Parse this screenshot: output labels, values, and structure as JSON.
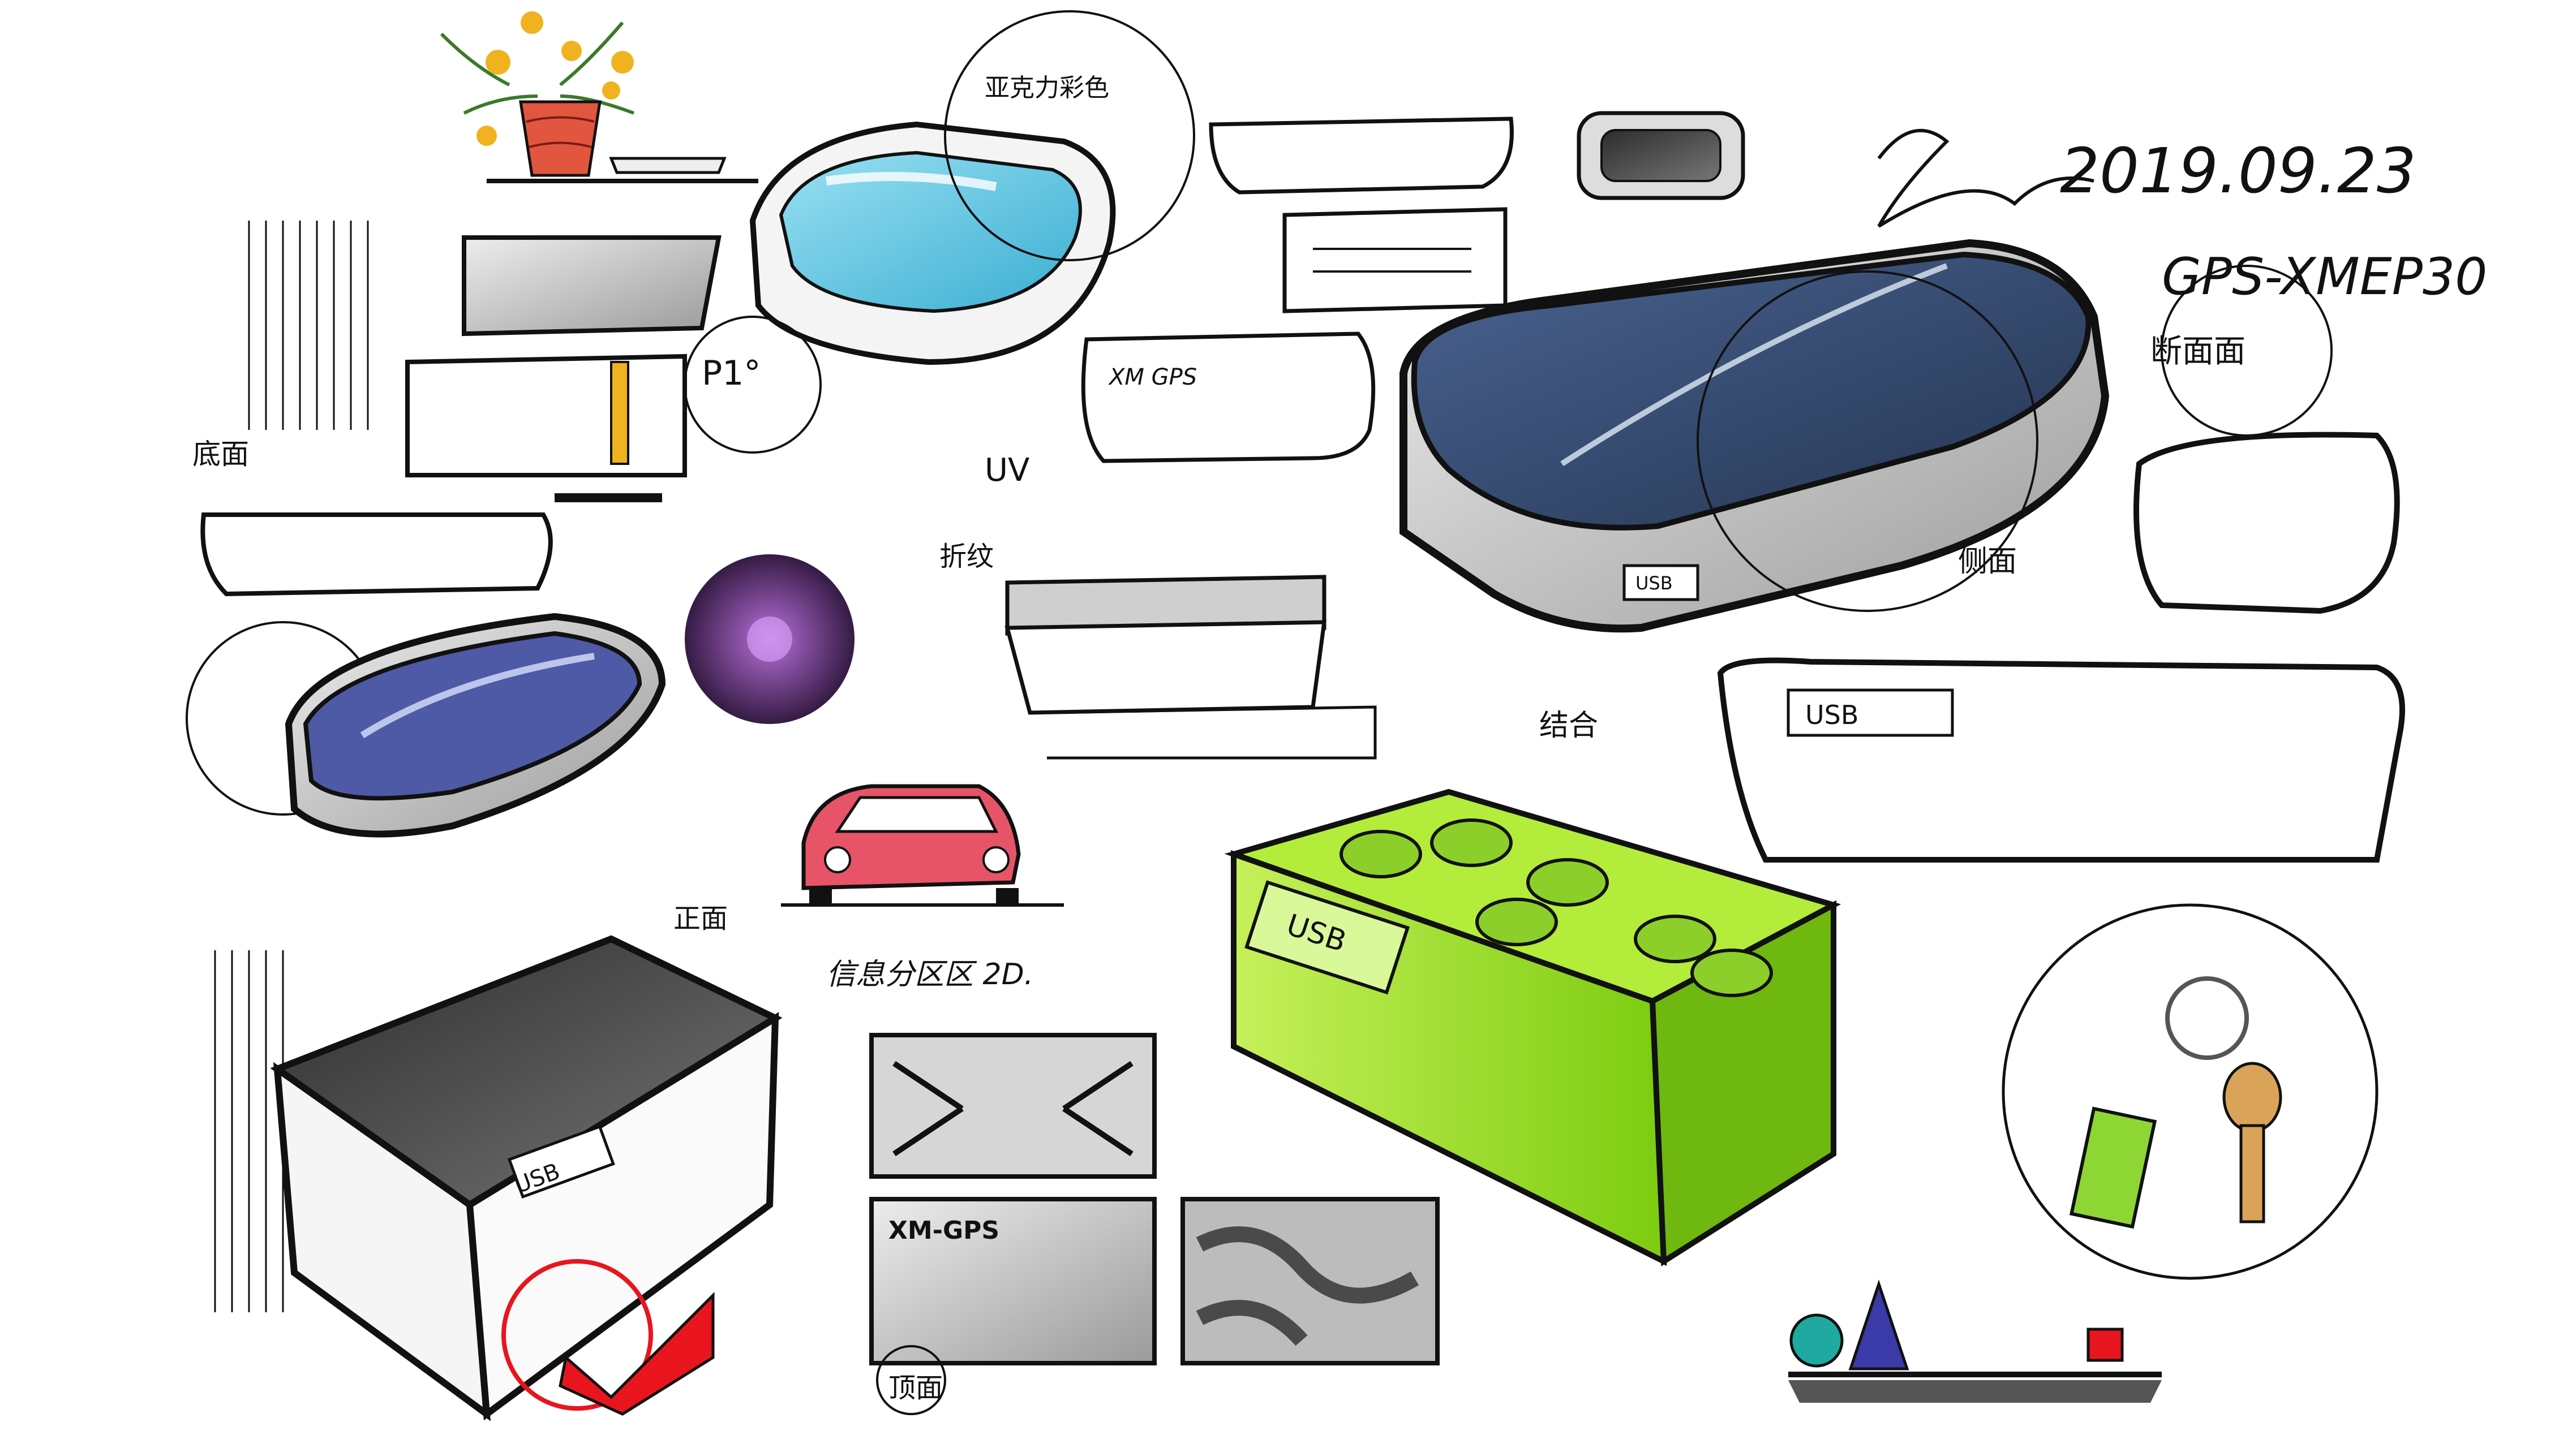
{
  "sheet": {
    "date_text": "2019.09.23",
    "model_text": "GPS-XMEP30",
    "signature_text": "signature",
    "sketch_labels": {
      "usb_blue_body": "USB",
      "usb_side_view": "USB",
      "usb_green_block": "USB",
      "usb_dark_box": "USB",
      "xm_gps_small": "XM GPS",
      "xm_gps_panel": "XM-GPS",
      "uv_label": "UV",
      "p2_label": "P1°"
    },
    "annotations": {
      "top_note": "亚克力彩色",
      "section_note": "断面面",
      "side_view_note": "侧面",
      "bottom_view_note": "底面",
      "platform_note": "结合",
      "texture_note": "折纹",
      "front_note": "正面",
      "top_view_note": "顶面",
      "detail_note": "信息分区区 2D."
    },
    "colors": {
      "ink": "#111111",
      "glass_cyan": "#5ec8e6",
      "blue_body": "#2f4670",
      "violet_body": "#4e5aa6",
      "lime_block": "#94e11e",
      "car_red": "#e75468",
      "stamp_red": "#e8151f",
      "marker_yellow": "#f0b21f",
      "pot_red": "#e2553f",
      "purple_fur": "#6b2d86",
      "gray_shade": "#8a8a8a"
    },
    "icons": [
      "flower-pot-icon",
      "car-icon",
      "key-ring-icon",
      "checkmark-icon",
      "sphere-icon",
      "cone-icon",
      "cube-icon"
    ]
  }
}
